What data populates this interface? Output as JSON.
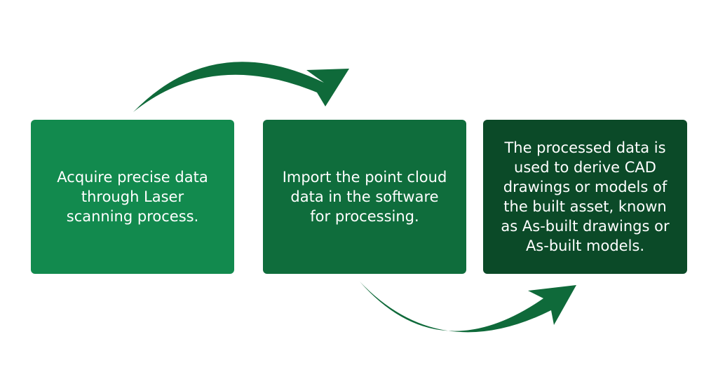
{
  "steps": [
    {
      "text": "Acquire precise data\nthrough Laser\nscanning process.",
      "color": "#128a4e"
    },
    {
      "text": "Import the point cloud\ndata in the software\nfor processing.",
      "color": "#0f6d3c"
    },
    {
      "text": "The processed data is\nused to derive CAD\ndrawings or models of\nthe built asset, known\nas As-built drawings or\nAs-built models.",
      "color": "#0b4a28"
    }
  ],
  "arrows": {
    "color": "#0f6a3a"
  }
}
